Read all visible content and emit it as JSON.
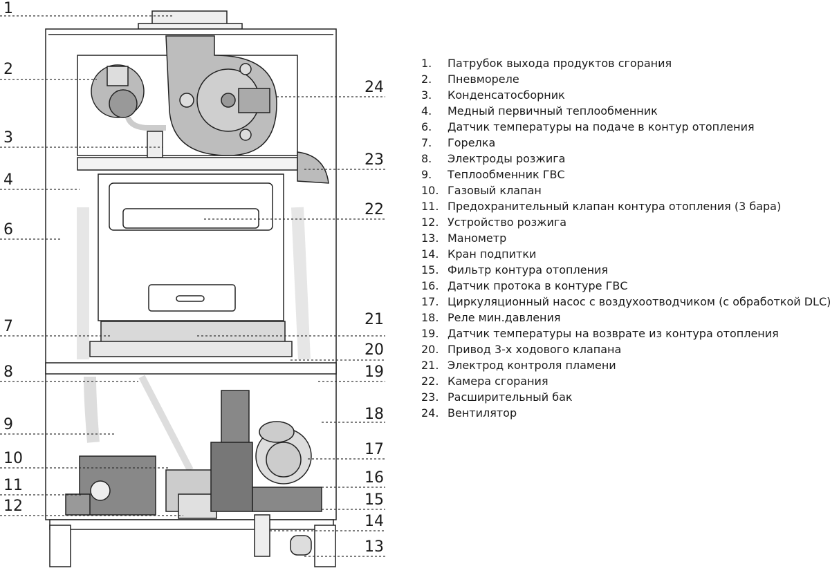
{
  "callouts": {
    "left": [
      "1",
      "2",
      "3",
      "4",
      "6",
      "7",
      "8",
      "9",
      "10",
      "11",
      "12"
    ],
    "right": [
      "24",
      "23",
      "22",
      "21",
      "20",
      "19",
      "18",
      "17",
      "16",
      "15",
      "14",
      "13"
    ]
  },
  "legend": [
    {
      "num": "1.",
      "text": "Патрубок выхода продуктов сгорания"
    },
    {
      "num": "2.",
      "text": "Пневмореле"
    },
    {
      "num": "3.",
      "text": "Конденсатосборник"
    },
    {
      "num": "4.",
      "text": "Медный первичный теплообменник"
    },
    {
      "num": "6.",
      "text": "Датчик температуры на подаче в контур отопления"
    },
    {
      "num": "7.",
      "text": "Горелка"
    },
    {
      "num": "8.",
      "text": "Электроды розжига"
    },
    {
      "num": "9.",
      "text": "Теплообменник ГВС"
    },
    {
      "num": "10.",
      "text": "Газовый клапан"
    },
    {
      "num": "11.",
      "text": "Предохранительный клапан контура отопления (3 бара)"
    },
    {
      "num": "12.",
      "text": "Устройство розжига"
    },
    {
      "num": "13.",
      "text": "Манометр"
    },
    {
      "num": "14.",
      "text": "Кран подпитки"
    },
    {
      "num": "15.",
      "text": "Фильтр контура отопления"
    },
    {
      "num": "16.",
      "text": "Датчик протока в контуре  ГВС"
    },
    {
      "num": "17.",
      "text": "Циркуляционный насос с воздухоотводчиком (с обработкой DLC)"
    },
    {
      "num": "18.",
      "text": "Реле мин.давления"
    },
    {
      "num": "19.",
      "text": "Датчик температуры на возврате из контура отопления"
    },
    {
      "num": "20.",
      "text": "Привод 3-х ходового клапана"
    },
    {
      "num": "21.",
      "text": "Электрод контроля пламени"
    },
    {
      "num": "22.",
      "text": "Камера сгорания"
    },
    {
      "num": "23.",
      "text": "Расширительный бак"
    },
    {
      "num": "24.",
      "text": "Вентилятор"
    }
  ]
}
